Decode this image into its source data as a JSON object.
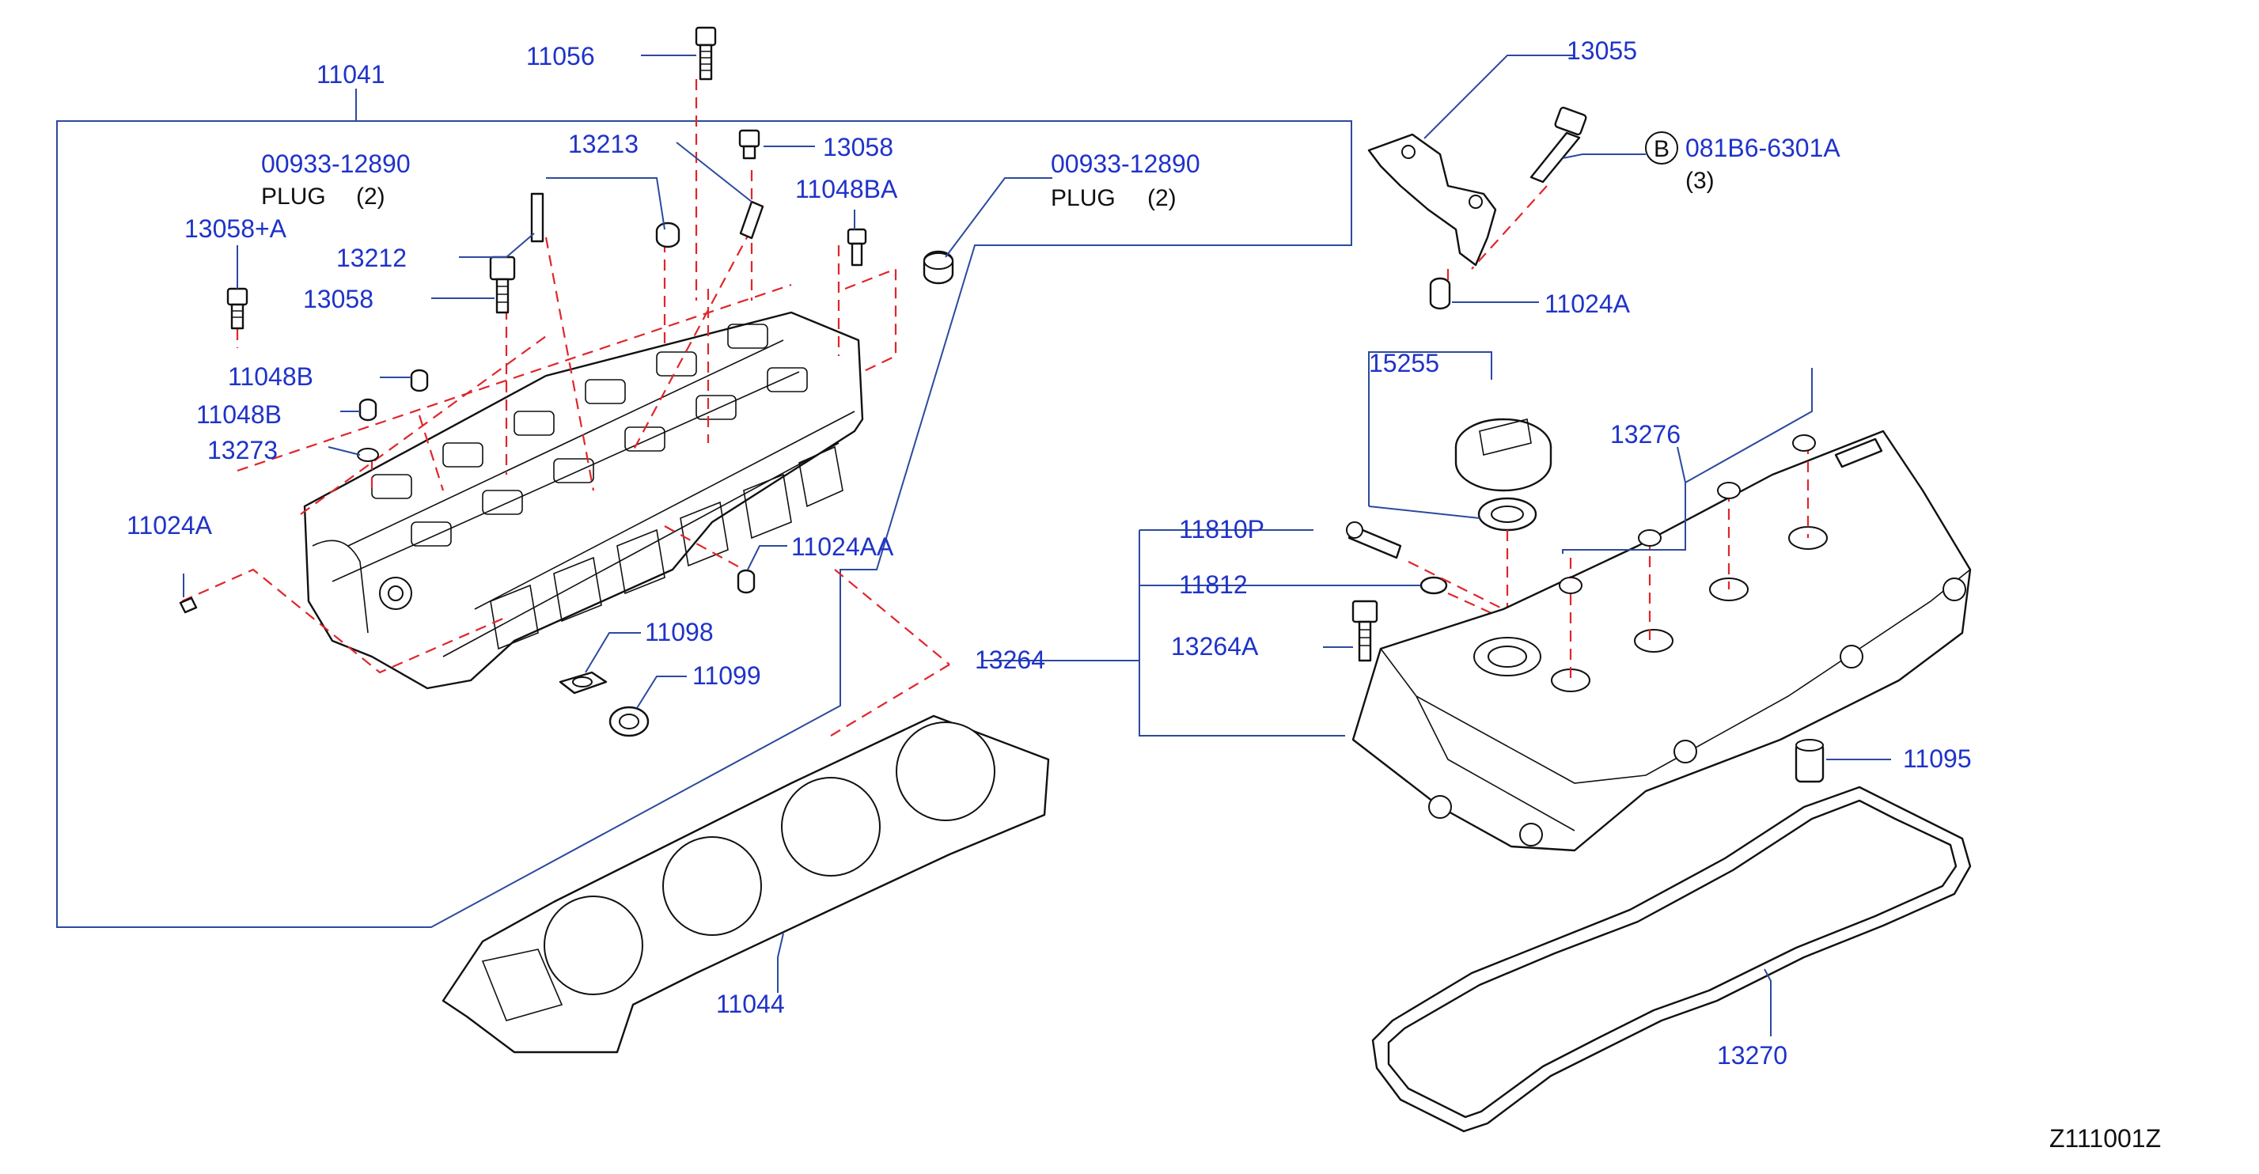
{
  "diagram_code": "Z111001Z",
  "colors": {
    "label": "#1f33c8",
    "leader": "#2c4a9e",
    "dashed": "#e0262a",
    "outline": "#111111"
  },
  "labels": {
    "p11041": "11041",
    "p11056": "11056",
    "p13058_top": "13058",
    "p13213": "13213",
    "p00933_a": "00933-12890",
    "plug_a": "PLUG",
    "plug_a_qty": "(2)",
    "p00933_b": "00933-12890",
    "plug_b": "PLUG",
    "plug_b_qty": "(2)",
    "p11048BA": "11048BA",
    "p13058A": "13058+A",
    "p13212": "13212",
    "p13058_mid": "13058",
    "p11048B_1": "11048B",
    "p11048B_2": "11048B",
    "p13273": "13273",
    "p11024A_left": "11024A",
    "p11024AA": "11024AA",
    "p11098": "11098",
    "p11099": "11099",
    "p13264": "13264",
    "p11044": "11044",
    "p13055": "13055",
    "b_marker": "B",
    "p081B6": "081B6-6301A",
    "p081B6_qty": "(3)",
    "p11024A_right": "11024A",
    "p15255": "15255",
    "p13276": "13276",
    "p11810P": "11810P",
    "p11812": "11812",
    "p13264A": "13264A",
    "p11095": "11095",
    "p13270": "13270"
  }
}
